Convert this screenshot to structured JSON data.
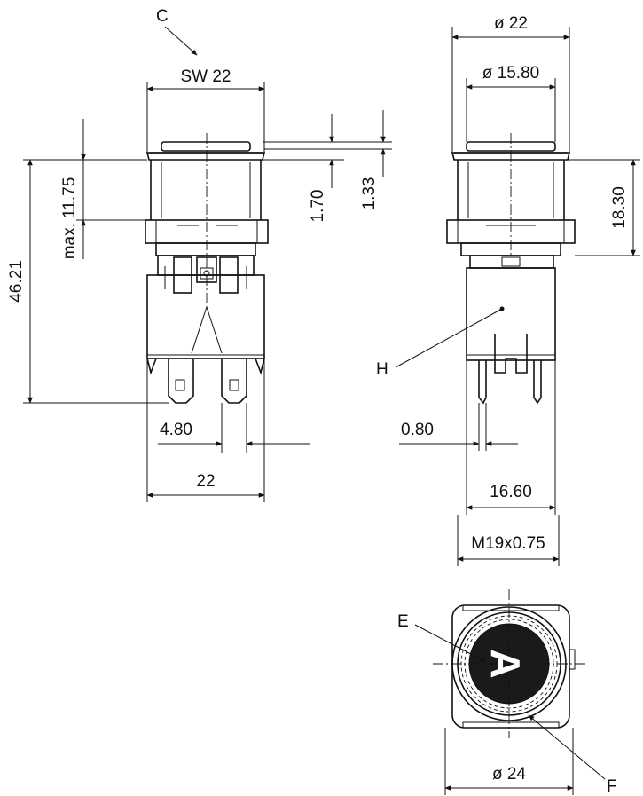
{
  "callouts": {
    "c": "C",
    "e": "E",
    "f": "F",
    "h": "H"
  },
  "dimensions": {
    "sw": "SW 22",
    "height_total": "46.21",
    "max_height": "max. 11.75",
    "d170": "1.70",
    "d133": "1.33",
    "pin_width": "4.80",
    "width_22": "22",
    "dia_22": "ø 22",
    "dia_1580": "ø 15.80",
    "height_1830": "18.30",
    "pin_thick": "0.80",
    "width_1660": "16.60",
    "thread": "M19x0.75",
    "dia_24": "ø 24"
  },
  "button_symbol": "A"
}
